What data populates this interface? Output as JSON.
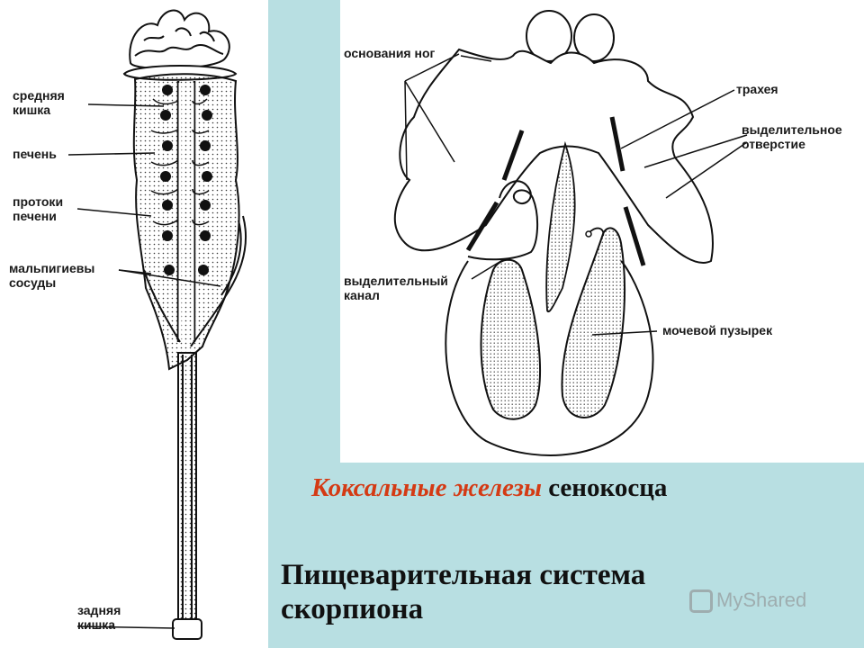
{
  "left_labels": {
    "midgut": "средняя\nкишка",
    "liver": "печень",
    "liver_ducts": "протоки\nпечени",
    "malpighian": "мальпигиевы\nсосуды",
    "hindgut": "задняя\nкишка"
  },
  "right_labels": {
    "leg_bases": "основания ног",
    "trachea": "трахея",
    "excretory_opening": "выделительное\nотверстие",
    "excretory_canal": "выделительный\nканал",
    "bladder": "мочевой пузырек"
  },
  "captions": {
    "coxal_italic": "Коксальные железы",
    "coxal_plain": "сенокосца",
    "digestive": "Пищеварительная система\nскорпиона"
  },
  "watermark": "MyShared",
  "colors": {
    "panel_bg": "#b8dfe2",
    "accent_red": "#d43a14"
  }
}
